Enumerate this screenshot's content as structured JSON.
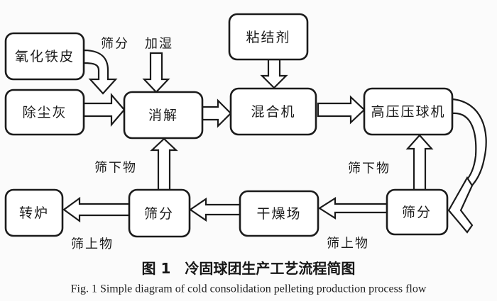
{
  "figure": {
    "caption_zh": "图 1　冷固球团生产工艺流程简图",
    "caption_en": "Fig. 1  Simple diagram of cold consolidation pelleting production process flow"
  },
  "diagram": {
    "boxes": {
      "oxide_scale": "氧化铁皮",
      "dust_ash": "除尘灰",
      "digestion": "消解",
      "binder": "粘结剂",
      "mixer": "混合机",
      "press": "高压压球机",
      "converter": "转炉",
      "screen_left": "筛分",
      "drying_yard": "干燥场",
      "screen_right": "筛分"
    },
    "flow_labels": {
      "screening_top": "筛分",
      "humidify": "加湿",
      "undersize_left": "筛下物",
      "undersize_right": "筛下物",
      "oversize_left": "筛上物",
      "oversize_right": "筛上物"
    },
    "colors": {
      "line": "#1b1b1b",
      "box_fill": "#ffffff",
      "background": "#fbfbfb"
    }
  }
}
